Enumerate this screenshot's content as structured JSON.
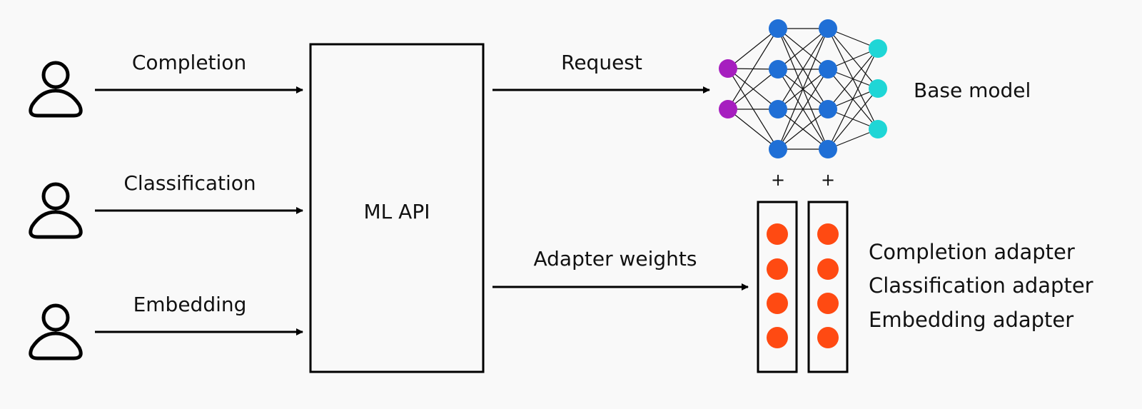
{
  "inputs": [
    {
      "label": "Completion",
      "icon": "user-icon"
    },
    {
      "label": "Classification",
      "icon": "user-icon"
    },
    {
      "label": "Embedding",
      "icon": "user-icon"
    }
  ],
  "api": {
    "label": "ML API"
  },
  "request": {
    "label": "Request"
  },
  "adapter_weights": {
    "label": "Adapter weights"
  },
  "base_model": {
    "label": "Base model",
    "layers": [
      2,
      4,
      4,
      3
    ],
    "colors": {
      "input": "#a61fbf",
      "hidden": "#1f6fd6",
      "output": "#1fd6d6"
    }
  },
  "plus_signs": [
    "+",
    "+"
  ],
  "adapters": {
    "columns": 2,
    "nodes_per_column": 4,
    "node_color": "#ff4a12",
    "labels": [
      "Completion adapter",
      "Classification adapter",
      "Embedding adapter"
    ]
  }
}
